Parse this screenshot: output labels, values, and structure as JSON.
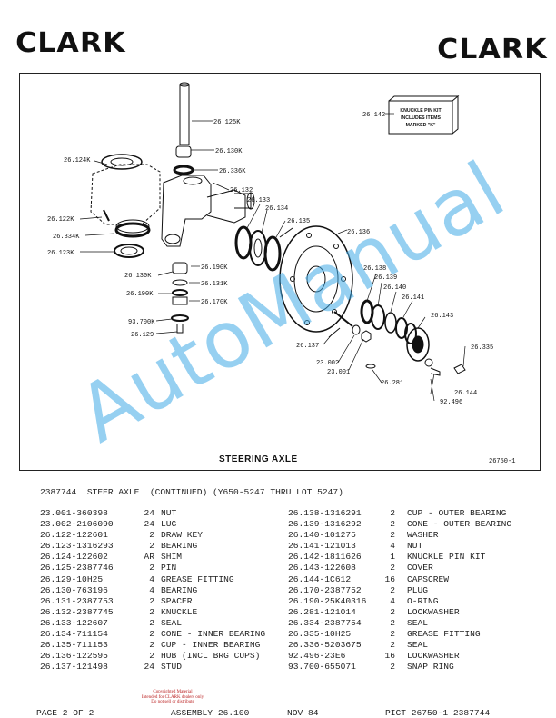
{
  "brand": {
    "logo_left": "CLARK",
    "logo_right": "CLARK"
  },
  "figure": {
    "title": "STEERING AXLE",
    "number": "26750-1",
    "note": [
      "KNUCKLE PIN KIT",
      "INCLUDES ITEMS",
      "MARKED \"K\""
    ],
    "callouts": {
      "c26142": "26.142",
      "c26125k": "26.125K",
      "c26130k_top": "26.130K",
      "c26336k": "26.336K",
      "c26124k": "26.124K",
      "c26132": "26.132",
      "c26133": "26.133",
      "c26134": "26.134",
      "c26135": "26.135",
      "c26122k": "26.122K",
      "c26334k": "26.334K",
      "c26123k": "26.123K",
      "c26136": "26.136",
      "c26190k_a": "26.190K",
      "c26138": "26.138",
      "c26130k_b": "26.130K",
      "c26139": "26.139",
      "c26131k": "26.131K",
      "c26140": "26.140",
      "c26190k_b": "26.190K",
      "c26141": "26.141",
      "c26170k": "26.170K",
      "c26143": "26.143",
      "c93700k": "93.700K",
      "c26129": "26.129",
      "c26137": "26.137",
      "c26335": "26.335",
      "c23002": "23.002",
      "c23001": "23.001",
      "c26281": "26.281",
      "c26144": "26.144",
      "c92496": "92.496"
    }
  },
  "watermark": "AutoManual",
  "parts_list": {
    "heading": "2387744  STEER AXLE  (CONTINUED) (Y650-5247 THRU LOT 5247)",
    "left": [
      {
        "part": "23.001-360398",
        "qty": "24",
        "desc": "NUT"
      },
      {
        "part": "23.002-2106090",
        "qty": "24",
        "desc": "LUG"
      },
      {
        "part": "26.122-122601",
        "qty": "2",
        "desc": "DRAW KEY"
      },
      {
        "part": "26.123-1316293",
        "qty": "2",
        "desc": "BEARING"
      },
      {
        "part": "26.124-122602",
        "qty": "AR",
        "desc": "SHIM"
      },
      {
        "part": "26.125-2387746",
        "qty": "2",
        "desc": "PIN"
      },
      {
        "part": "26.129-10H25",
        "qty": "4",
        "desc": "GREASE FITTING"
      },
      {
        "part": "26.130-763196",
        "qty": "4",
        "desc": "BEARING"
      },
      {
        "part": "26.131-2387753",
        "qty": "2",
        "desc": "SPACER"
      },
      {
        "part": "26.132-2387745",
        "qty": "2",
        "desc": "KNUCKLE"
      },
      {
        "part": "26.133-122607",
        "qty": "2",
        "desc": "SEAL"
      },
      {
        "part": "26.134-711154",
        "qty": "2",
        "desc": "CONE  - INNER BEARING"
      },
      {
        "part": "26.135-711153",
        "qty": "2",
        "desc": "CUP   - INNER BEARING"
      },
      {
        "part": "26.136-122595",
        "qty": "2",
        "desc": "HUB (INCL BRG CUPS)"
      },
      {
        "part": "26.137-121498",
        "qty": "24",
        "desc": "STUD"
      }
    ],
    "right": [
      {
        "part": "26.138-1316291",
        "qty": "2",
        "desc": "CUP  - OUTER BEARING"
      },
      {
        "part": "26.139-1316292",
        "qty": "2",
        "desc": "CONE - OUTER BEARING"
      },
      {
        "part": "26.140-101275",
        "qty": "2",
        "desc": "WASHER"
      },
      {
        "part": "26.141-121013",
        "qty": "4",
        "desc": "NUT"
      },
      {
        "part": "26.142-1811626",
        "qty": "1",
        "desc": "KNUCKLE PIN KIT"
      },
      {
        "part": "26.143-122608",
        "qty": "2",
        "desc": "COVER"
      },
      {
        "part": "26.144-1C612",
        "qty": "16",
        "desc": "CAPSCREW"
      },
      {
        "part": "26.170-2387752",
        "qty": "2",
        "desc": "PLUG"
      },
      {
        "part": "26.190-25K40316",
        "qty": "4",
        "desc": "O-RING"
      },
      {
        "part": "26.281-121014",
        "qty": "2",
        "desc": "LOCKWASHER"
      },
      {
        "part": "26.334-2387754",
        "qty": "2",
        "desc": "SEAL"
      },
      {
        "part": "26.335-10H25",
        "qty": "2",
        "desc": "GREASE FITTING"
      },
      {
        "part": "26.336-5203675",
        "qty": "2",
        "desc": "SEAL"
      },
      {
        "part": "92.496-23E6",
        "qty": "16",
        "desc": "LOCKWASHER"
      },
      {
        "part": "93.700-655071",
        "qty": "2",
        "desc": "SNAP RING"
      }
    ]
  },
  "footer": {
    "page": "PAGE 2 OF 2",
    "assembly": "ASSEMBLY 26.100",
    "date": "NOV 84",
    "pict": "PICT 26750-1   2387744",
    "notice": [
      "Copyrighted Material",
      "Intended for CLARK dealers only",
      "Do not sell or distribute"
    ]
  }
}
